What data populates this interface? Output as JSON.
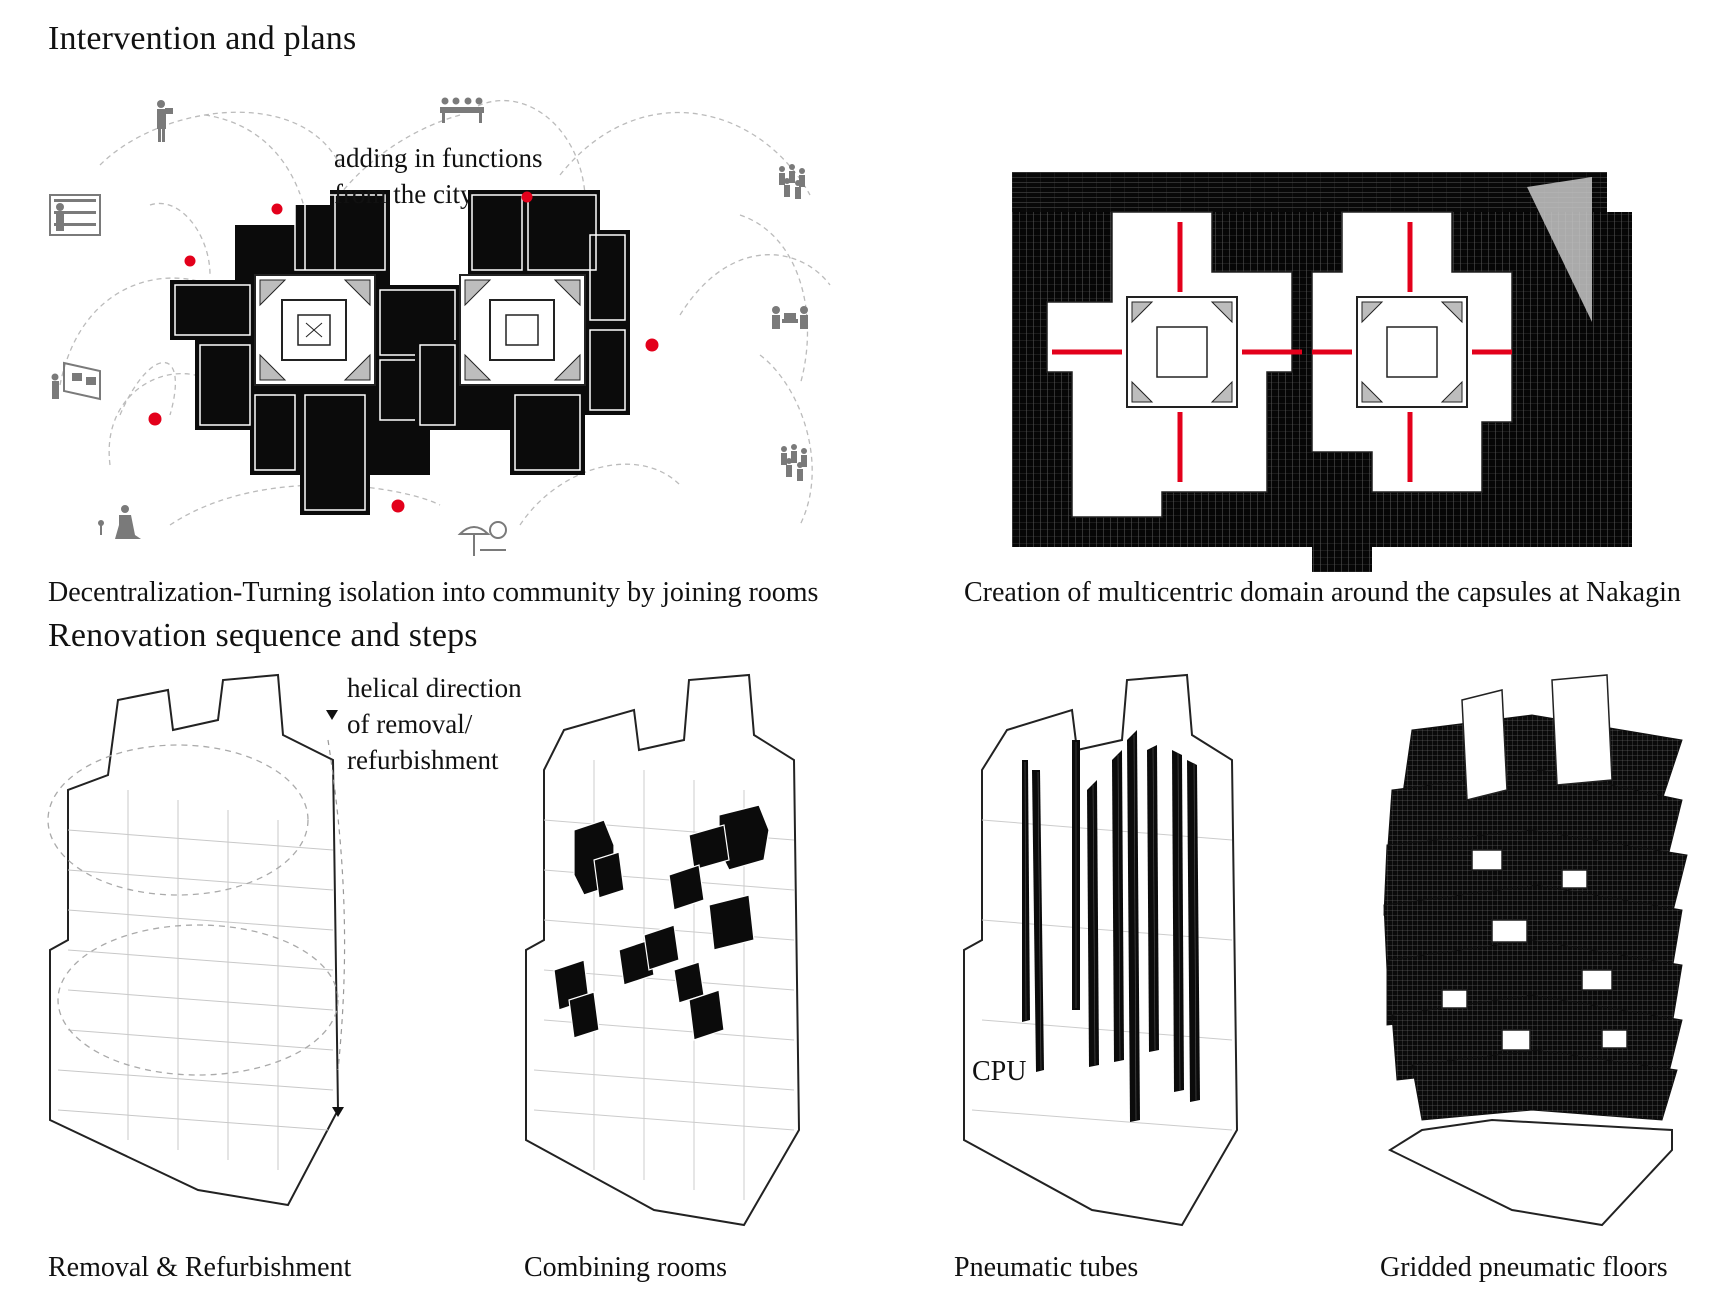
{
  "headings": {
    "plans": "Intervention and plans",
    "renovation": "Renovation sequence and steps"
  },
  "annotations": {
    "adding_functions_line1": "adding in functions",
    "adding_functions_line2": "from the city",
    "helical_line1": "helical direction",
    "helical_line2": "of removal/",
    "helical_line3": "refurbishment",
    "cpu": "CPU"
  },
  "captions": {
    "decentralization": "Decentralization-Turning isolation into community by joining rooms",
    "multicentric": "Creation of multicentric domain around the capsules at Nakagin",
    "removal": "Removal & Refurbishment",
    "combining": "Combining rooms",
    "pneumatic_tubes": "Pneumatic tubes",
    "gridded_floors": "Gridded pneumatic floors"
  },
  "colors": {
    "accent_red": "#e3001b",
    "ink": "#111111",
    "fill_black": "#0b0b0b",
    "icon_gray": "#7a7a7a"
  },
  "icons": [
    "reader-icon",
    "group-dining-icon",
    "crowd-icon",
    "bookshelf-icon",
    "meeting-icon",
    "exhibition-icon",
    "gardening-icon",
    "beach-leisure-icon",
    "crowd-icon"
  ]
}
